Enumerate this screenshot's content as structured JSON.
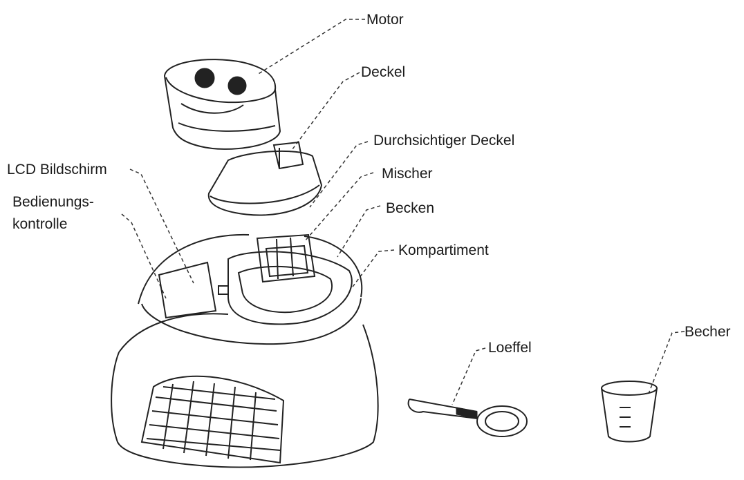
{
  "labels": {
    "motor": "Motor",
    "deckel": "Deckel",
    "durchsichtiger_deckel": "Durchsichtiger Deckel",
    "mischer": "Mischer",
    "becken": "Becken",
    "kompartiment": "Kompartiment",
    "lcd": "LCD Bildschirm",
    "bedienung_1": "Bedienungs-",
    "bedienung_2": "kontrolle",
    "loeffel": "Loeffel",
    "becher": "Becher"
  }
}
